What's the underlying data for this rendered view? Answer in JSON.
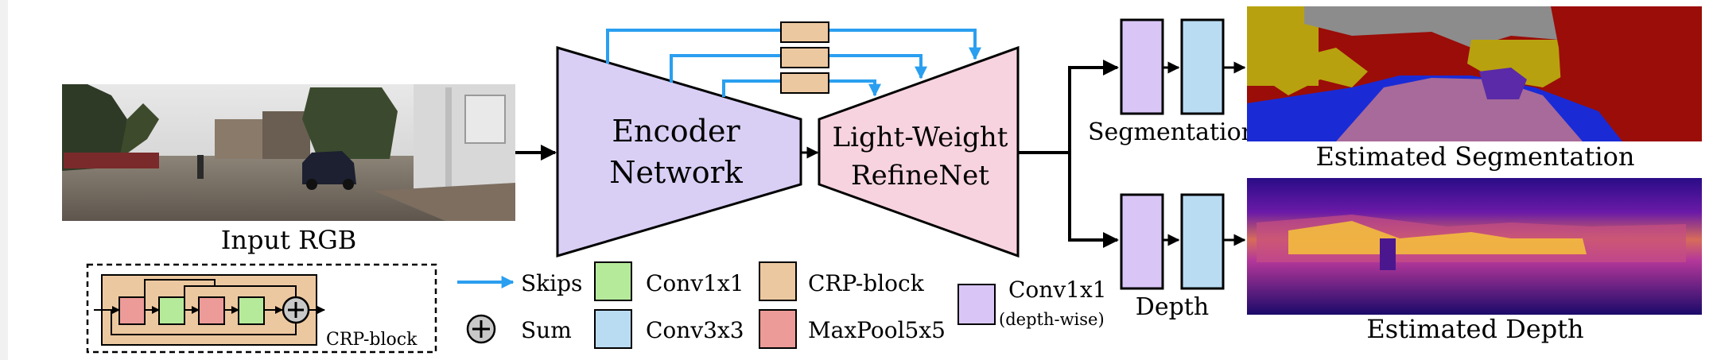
{
  "labels": {
    "input_rgb": "Input RGB",
    "encoder_line1": "Encoder",
    "encoder_line2": "Network",
    "refine_line1": "Light-Weight",
    "refine_line2": "RefineNet",
    "segmentation": "Segmentation",
    "depth": "Depth",
    "estimated_segmentation": "Estimated Segmentation",
    "estimated_depth": "Estimated Depth",
    "crp_block_inset": "CRP-block"
  },
  "legend": {
    "skips": "Skips",
    "sum": "Sum",
    "conv1x1": "Conv1x1",
    "conv3x3": "Conv3x3",
    "crp_block": "CRP-block",
    "maxpool": "MaxPool5x5",
    "conv1x1_dw": "Conv1x1",
    "conv1x1_dw_note": "(depth-wise)"
  },
  "colors": {
    "encoder": "#d9cff5",
    "refinenet": "#f7d3df",
    "skip_arrow": "#2a9ff0",
    "conv1x1": "#b6ea9b",
    "conv3x3": "#b9dcf3",
    "crp_block": "#ecc8a0",
    "maxpool": "#ec9b98",
    "depthwise": "#d9c6f7",
    "seg_road": "#a86a9a",
    "seg_building": "#9b0d08",
    "seg_vegetation": "#b8a10f",
    "seg_sky": "#8c8c8c",
    "seg_sidewalk": "#1a2bd6",
    "depth_far": "#210a7a",
    "depth_near": "#f6c23a"
  }
}
